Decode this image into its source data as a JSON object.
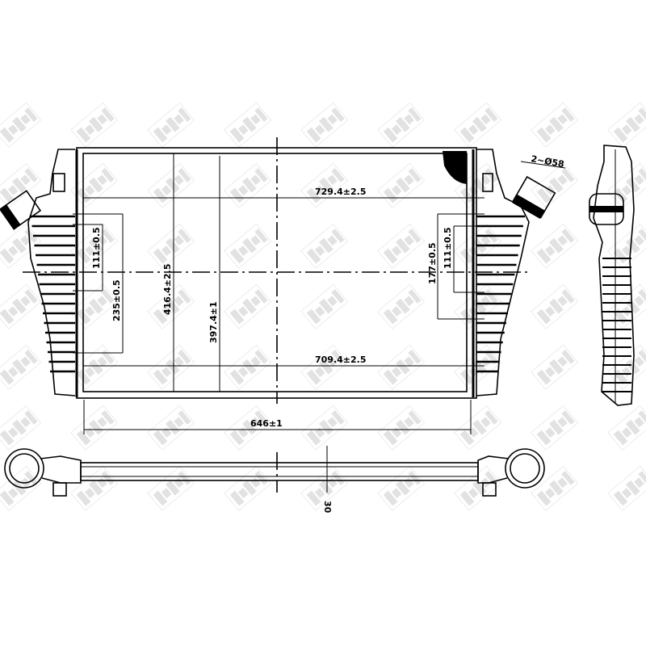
{
  "watermark": "NRF",
  "dimensions": {
    "overall_width": "729.4±2.5",
    "core_width": "709.4±2.5",
    "mount_width": "646±1",
    "overall_height": "416.4±2.5",
    "core_height": "397.4±1",
    "left_mount_spacing": "235±0.5",
    "left_inner_spacing": "111±0.5",
    "right_mount_spacing": "177±0.5",
    "right_inner_spacing": "111±0.5",
    "pipe_diameter": "2~Ø58",
    "thickness": "30"
  }
}
